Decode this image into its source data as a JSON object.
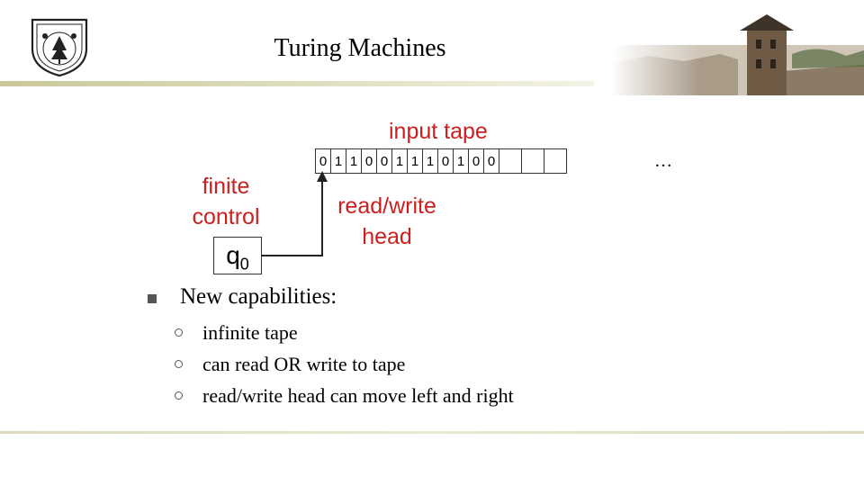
{
  "slide": {
    "title": "Turing Machines"
  },
  "diagram": {
    "tape_label": "input tape",
    "tape_cells": [
      "0",
      "1",
      "1",
      "0",
      "0",
      "1",
      "1",
      "1",
      "0",
      "1",
      "0",
      "0",
      "",
      "",
      ""
    ],
    "ellipsis": "…",
    "finite_control_label": "finite control",
    "state_main": "q",
    "state_sub": "0",
    "head_label": "read/write head",
    "label_color": "#cc1f1f"
  },
  "bullets": {
    "main": "New capabilities:",
    "items": [
      "infinite tape",
      "can read OR write to tape",
      "read/write head can move left and right"
    ]
  },
  "icons": {
    "logo": "university-seal-icon",
    "photo": "campus-tower-photo"
  }
}
